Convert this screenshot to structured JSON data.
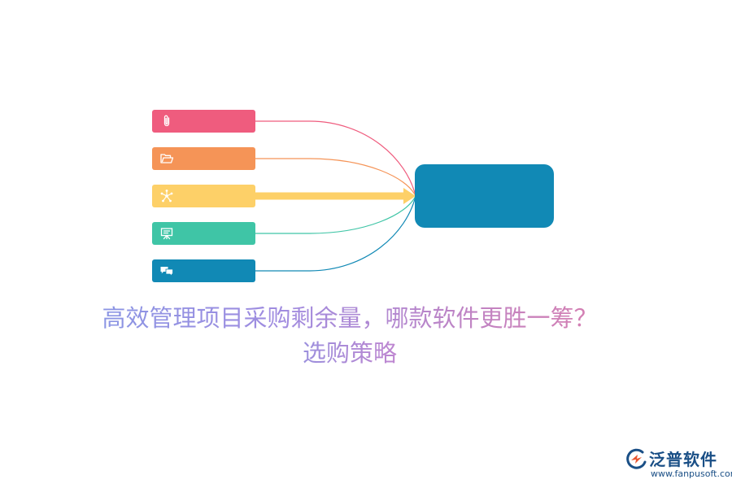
{
  "diagram": {
    "items": [
      {
        "icon": "paperclip-icon",
        "color": "#ef5c7e"
      },
      {
        "icon": "folder-icon",
        "color": "#f59457"
      },
      {
        "icon": "network-icon",
        "color": "#fdd068"
      },
      {
        "icon": "presentation-board-icon",
        "color": "#3fc5a6"
      },
      {
        "icon": "chat-bubbles-icon",
        "color": "#1189b5"
      }
    ],
    "hub": {
      "color": "#1189b5"
    },
    "highlighted_item": 2
  },
  "title": {
    "line1": "高效管理项目采购剩余量，哪款软件更胜一筹？",
    "line2": "选购策略"
  },
  "logo": {
    "name": "泛普软件",
    "url": "www.fanpusoft.com"
  },
  "colors": {
    "logo_primary": "#1a4f86",
    "logo_accent": "#e8542f"
  }
}
